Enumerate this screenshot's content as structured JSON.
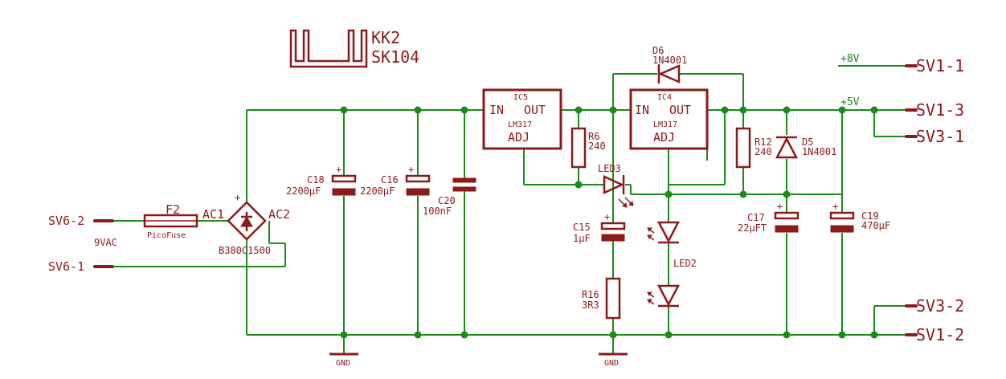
{
  "heatsink": {
    "name": "KK2",
    "type": "SK104"
  },
  "connectors": {
    "sv6_2": "SV6-2",
    "sv6_1": "SV6-1",
    "sv1_1": "SV1-1",
    "sv1_3": "SV1-3",
    "sv3_1": "SV3-1",
    "sv3_2": "SV3-2",
    "sv1_2": "SV1-2"
  },
  "input_label": "9VAC",
  "fuse": {
    "name": "F2",
    "value": "PicoFuse"
  },
  "bridge": {
    "name": "B380C1500",
    "ac1": "AC1",
    "ac2": "AC2",
    "plus": "+"
  },
  "c18": {
    "name": "C18",
    "value": "2200µF"
  },
  "c16": {
    "name": "C16",
    "value": "2200µF"
  },
  "c20": {
    "name": "C20",
    "value": "100nF"
  },
  "ic5": {
    "name": "IC5",
    "type": "LM317",
    "in": "IN",
    "out": "OUT",
    "adj": "ADJ"
  },
  "ic4": {
    "name": "IC4",
    "type": "LM317",
    "in": "IN",
    "out": "OUT",
    "adj": "ADJ"
  },
  "r6": {
    "name": "R6",
    "value": "240"
  },
  "d6": {
    "name": "D6",
    "value": "1N4001"
  },
  "led3": {
    "name": "LED3"
  },
  "c15": {
    "name": "C15",
    "value": "1µF"
  },
  "r16": {
    "name": "R16",
    "value": "3R3"
  },
  "led2": {
    "name": "LED2"
  },
  "r12": {
    "name": "R12",
    "value": "240"
  },
  "d5": {
    "name": "D5",
    "value": "1N4001"
  },
  "c17": {
    "name": "C17",
    "value": "22µFT"
  },
  "c19": {
    "name": "C19",
    "value": "470µF"
  },
  "nets": {
    "v8": "+8V",
    "v5": "+5V",
    "gnd1": "GND",
    "gnd2": "GND"
  },
  "colors": {
    "wire": "#1a8c1a",
    "component": "#8b1a1a",
    "background": "#ffffff"
  }
}
